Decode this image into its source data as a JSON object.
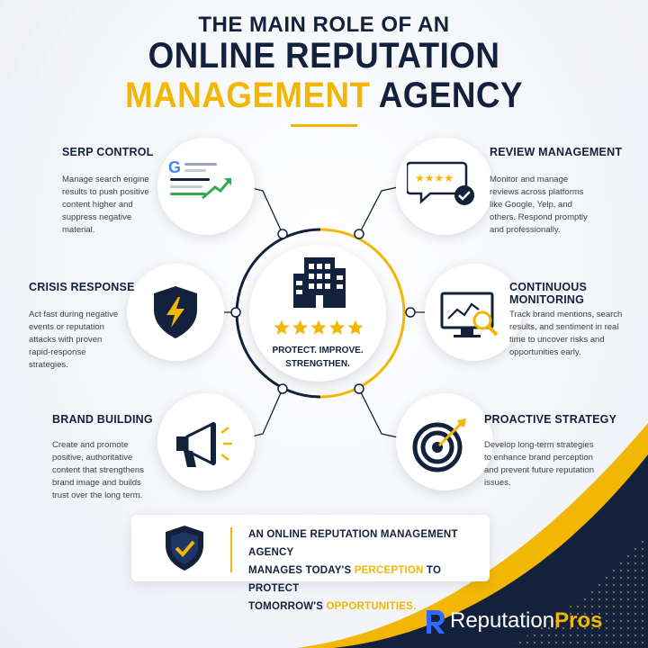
{
  "header": {
    "line1": "THE MAIN ROLE OF AN",
    "line2": "ONLINE REPUTATION",
    "line3_highlight": "MANAGEMENT",
    "line3_rest": "AGENCY"
  },
  "center": {
    "tagline": "PROTECT. IMPROVE. STRENGTHEN.",
    "stars": 5
  },
  "sections": {
    "serp": {
      "title": "SERP CONTROL",
      "text": "Manage search engine results to push positive content higher and suppress negative material."
    },
    "review": {
      "title": "REVIEW MANAGEMENT",
      "text": "Monitor and manage reviews across platforms like Google, Yelp, and others. Respond promptly and professionally."
    },
    "crisis": {
      "title": "CRISIS RESPONSE",
      "text": "Act fast during negative events or reputation attacks with proven rapid-response strategies."
    },
    "monitoring": {
      "title": "CONTINUOUS MONITORING",
      "text": "Track brand mentions, search results, and sentiment in real time to uncover risks and opportunities early."
    },
    "brand": {
      "title": "BRAND BUILDING",
      "text": "Create and promote positive, authoritative content that strengthens brand image and builds trust over the long term."
    },
    "proactive": {
      "title": "PROACTIVE STRATEGY",
      "text": "Develop long-term strategies to enhance brand perception and prevent future reputation issues."
    }
  },
  "footer_box": {
    "line1": "AN ONLINE REPUTATION MANAGEMENT AGENCY",
    "line2_pre": "MANAGES TODAY'S ",
    "line2_hl": "PERCEPTION",
    "line2_post": " TO PROTECT",
    "line3_pre": "TOMORROW'S ",
    "line3_hl": "OPPORTUNITIES."
  },
  "brand": {
    "name_regular": "Reputation",
    "name_bold": "Pros"
  },
  "colors": {
    "navy": "#14213d",
    "gold": "#f2b705",
    "text": "#3a4250"
  },
  "icons": [
    "google-serp-icon",
    "review-bubble-icon",
    "shield-lightning-icon",
    "monitor-chart-icon",
    "megaphone-icon",
    "target-icon",
    "building-icon",
    "shield-check-icon",
    "reputation-pros-logo-icon"
  ]
}
